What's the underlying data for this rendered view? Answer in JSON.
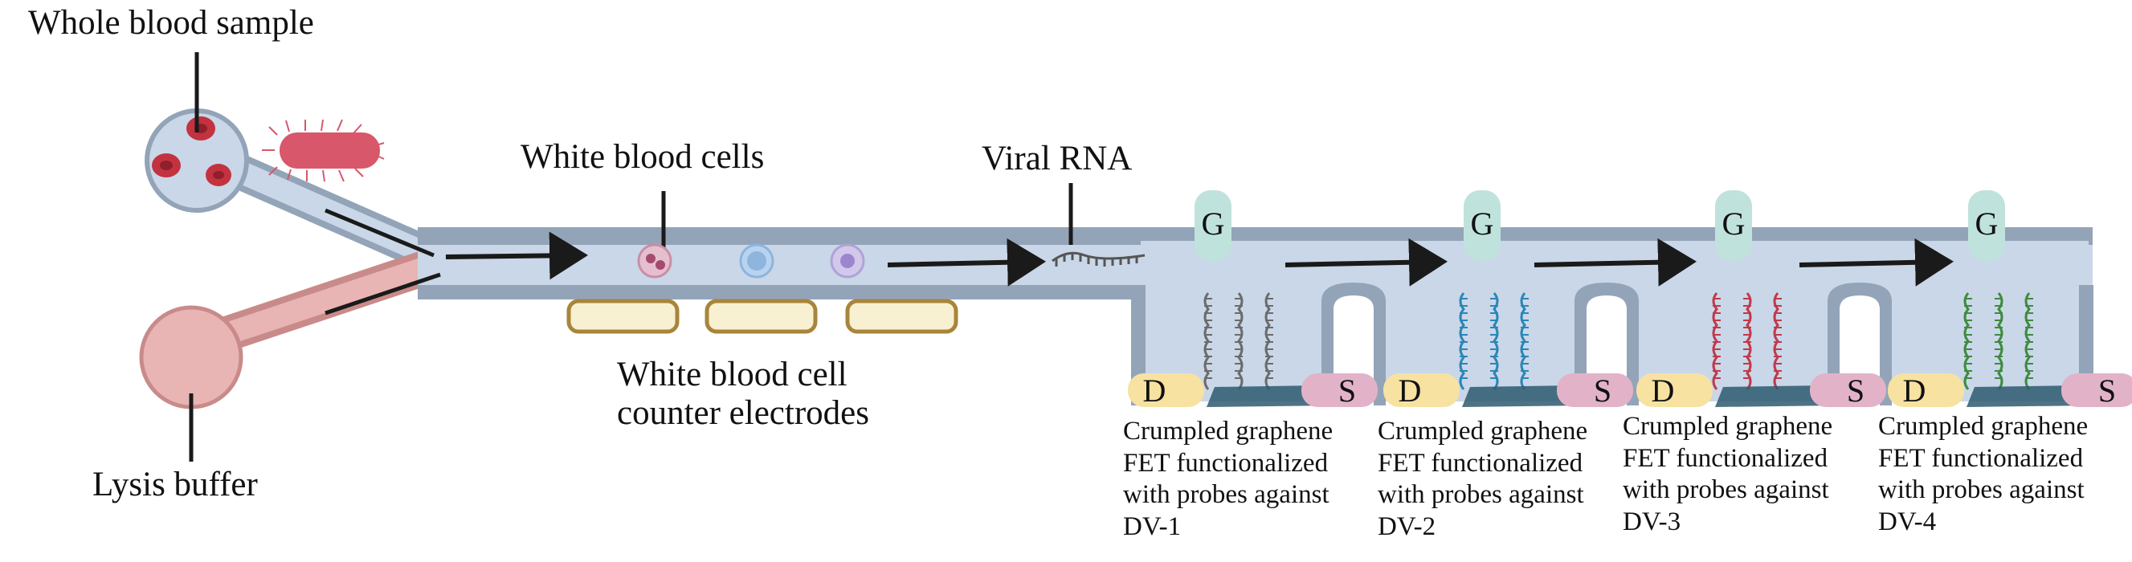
{
  "labels": {
    "whole_blood": "Whole blood sample",
    "lysis": "Lysis buffer",
    "wbc": "White blood cells",
    "viral_rna": "Viral RNA",
    "electrodes_line1": "White blood cell",
    "electrodes_line2": "counter electrodes"
  },
  "terminals": {
    "gate": "G",
    "drain": "D",
    "source": "S"
  },
  "fets": [
    {
      "line1": "Crumpled graphene",
      "line2": "FET functionalized",
      "line3": "with probes against",
      "line4": "DV-1",
      "probe_color": "#6b6b6b"
    },
    {
      "line1": "Crumpled graphene",
      "line2": "FET functionalized",
      "line3": "with probes against",
      "line4": "DV-2",
      "probe_color": "#2a86b8"
    },
    {
      "line1": "Crumpled graphene",
      "line2": "FET functionalized",
      "line3": "with probes against",
      "line4": "DV-3",
      "probe_color": "#c0394a"
    },
    {
      "line1": "Crumpled graphene",
      "line2": "FET functionalized",
      "line3": "with probes against",
      "line4": "DV-4",
      "probe_color": "#3f8a3f"
    }
  ],
  "colors": {
    "channel": "#c9d7e8",
    "channel_edge": "#93a4b8",
    "lysis": "#e8b4b4",
    "electrode": "#f7f1d2",
    "electrode_edge": "#a8853a",
    "gate": "#bfe3dc",
    "drain": "#f7e2a2",
    "source": "#e2b3c8",
    "graphene": "#2e5a6e"
  }
}
